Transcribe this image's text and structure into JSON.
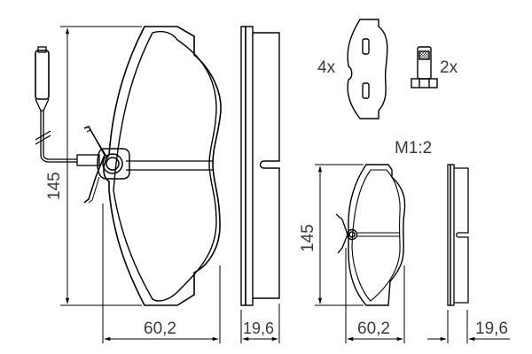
{
  "drawing": {
    "scale_label": "M1:2",
    "stroke_color": "#000000",
    "text_color": "#3a3a3a",
    "large_pad": {
      "height_dim": "145",
      "width_dim": "60,2",
      "thickness_dim": "19,6"
    },
    "small_pad": {
      "height_dim": "145",
      "width_dim": "60,2",
      "thickness_dim": "19,6"
    },
    "accessories": {
      "shim_qty": "4x",
      "bolt_qty": "2x"
    }
  }
}
